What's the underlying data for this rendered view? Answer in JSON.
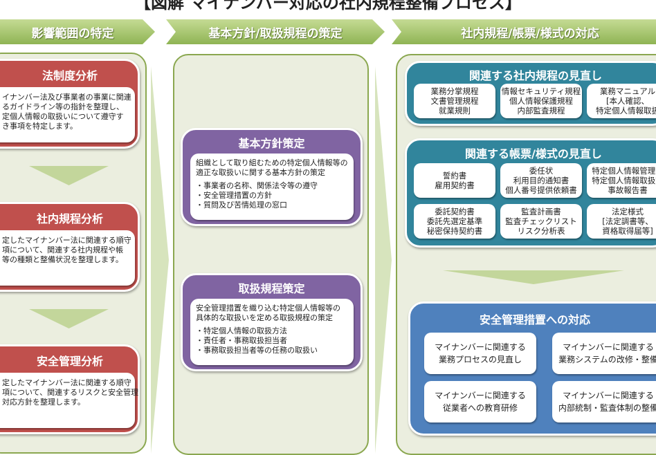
{
  "title": "【図解 マイナンバー対応の社内規程整備プロセス】",
  "phases": [
    "影響範囲の特定",
    "基本方針/取扱規程の策定",
    "社内規程/帳票/様式の対応"
  ],
  "left": [
    {
      "heading": "法制度分析",
      "lines": [
        "イナンバー法及び事業者の事業に関連",
        "るガイドライン等の指針を整理し、",
        "定個人情報の取扱いについて遵守す",
        "き事項を特定します。"
      ]
    },
    {
      "heading": "社内規程分析",
      "lines": [
        "定したマイナンバー法に関連する順守",
        "項について、関連する社内規程や帳",
        "等の種類と整備状況を整理します。"
      ]
    },
    {
      "heading": "安全管理分析",
      "lines": [
        "定したマイナンバー法に関連する順守",
        "項について、関連するリスクと安全管理",
        "対応方針を整理します。"
      ]
    }
  ],
  "middle": [
    {
      "heading": "基本方針策定",
      "lines": [
        "組織として取り組むための特定個人情報等の",
        "適正な取扱いに関する基本方針の策定"
      ],
      "bullets": [
        "・事業者の名称、関係法令等の遵守",
        "・安全管理措置の方針",
        "・質問及び苦情処理の窓口"
      ]
    },
    {
      "heading": "取扱規程策定",
      "lines": [
        "安全管理措置を織り込む特定個人情報等の",
        "具体的な取扱いを定める取扱規程の策定"
      ],
      "bullets": [
        "・特定個人情報の取扱方法",
        "・責任者・事務取扱担当者",
        "・事務取扱担当者等の任務の取扱い"
      ]
    }
  ],
  "right": {
    "rules": {
      "heading": "関連する社内規程の見直し",
      "cells": [
        [
          "業務分掌規程",
          "文書管理規程",
          "就業規則"
        ],
        [
          "情報セキュリティ規程",
          "個人情報保護規程",
          "内部監査規程"
        ],
        [
          "業務マニュアル",
          "[本人確認、",
          "特定個人情報取扱"
        ]
      ]
    },
    "forms": {
      "heading": "関連する帳票/様式の見直し",
      "cells": [
        [
          "誓約書",
          "雇用契約書"
        ],
        [
          "委任状",
          "利用目的通知書",
          "個人番号提供依頼書"
        ],
        [
          "特定個人情報管理台",
          "特定個人情報取扱記",
          "事故報告書"
        ],
        [
          "委託契約書",
          "委託先選定基準",
          "秘密保持契約書"
        ],
        [
          "監査計画書",
          "監査チェックリスト",
          "リスク分析表"
        ],
        [
          "法定様式",
          "[法定調書等、",
          "資格取得届等]"
        ]
      ]
    },
    "safety": {
      "heading": "安全管理措置への対応",
      "cells": [
        [
          "マイナンバーに関連する",
          "業務プロセスの見直し"
        ],
        [
          "マイナンバーに関連する",
          "業務システムの改修・整備"
        ],
        [
          "マイナンバーに関連する",
          "従業者への教育研修"
        ],
        [
          "マイナンバーに関連する",
          "内部統制・監査体制の整備"
        ]
      ]
    }
  },
  "colors": {
    "red": "#c0504d",
    "purple": "#8064a2",
    "teal": "#31859c",
    "blue": "#4f81bd",
    "green": "#9bbb59"
  }
}
